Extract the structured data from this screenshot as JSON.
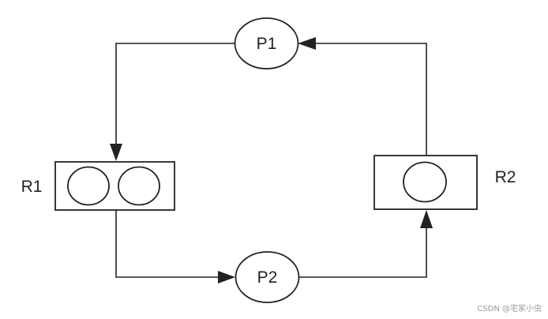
{
  "processes": {
    "p1": {
      "label": "P1"
    },
    "p2": {
      "label": "P2"
    }
  },
  "resources": {
    "r1": {
      "label": "R1",
      "instances": 2
    },
    "r2": {
      "label": "R2",
      "instances": 1
    }
  },
  "edges": [
    {
      "from": "P1",
      "to": "R1",
      "type": "request"
    },
    {
      "from": "R1",
      "to": "P2",
      "type": "assignment"
    },
    {
      "from": "P2",
      "to": "R2",
      "type": "request"
    },
    {
      "from": "R2",
      "to": "P1",
      "type": "assignment"
    }
  ],
  "colors": {
    "stroke": "#222222",
    "background": "#ffffff",
    "watermark": "#9a9a9a"
  },
  "watermark": "CSDN @宅家小虫"
}
